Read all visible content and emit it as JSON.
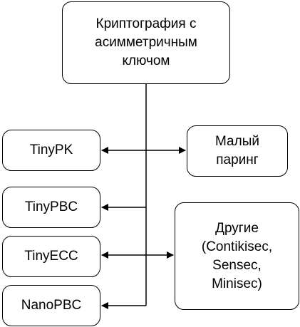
{
  "diagram": {
    "root": {
      "lines": [
        "Криптография с",
        "асимметричным",
        "ключом"
      ]
    },
    "left_nodes": [
      {
        "label": "TinyPK"
      },
      {
        "label": "TinyPBC"
      },
      {
        "label": "TinyECC"
      },
      {
        "label": "NanoPBC"
      }
    ],
    "right_nodes": {
      "small_pairing": {
        "lines": [
          "Малый",
          "паринг"
        ]
      },
      "other": {
        "lines": [
          "Другие",
          "(Contikisec,",
          "Sensec,",
          "Minisec)"
        ]
      }
    },
    "colors": {
      "line": "#000000",
      "box_border": "#000000",
      "box_fill": "#ffffff",
      "text": "#000000"
    }
  }
}
